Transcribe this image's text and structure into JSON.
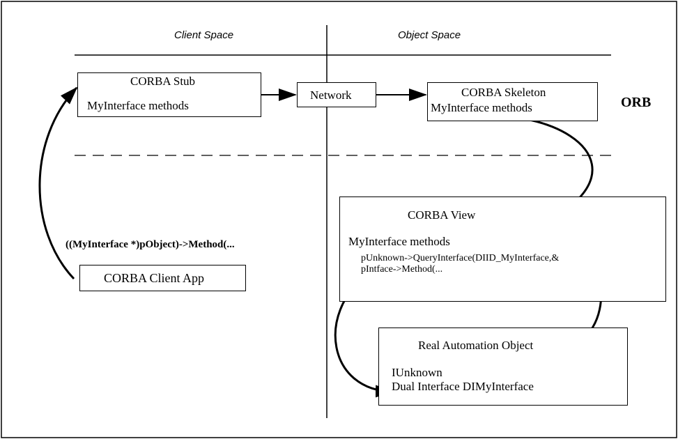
{
  "orb_label": "ORB",
  "client_space_label": "Client Space",
  "object_space_label": "Object Space",
  "stub": {
    "title": "CORBA Stub",
    "methods": "MyInterface methods"
  },
  "network": {
    "label": "Network"
  },
  "skeleton": {
    "title": "CORBA Skeleton",
    "methods": "MyInterface methods"
  },
  "view": {
    "title": "CORBA View",
    "methods": "MyInterface methods",
    "code_line1": "pUnknown->QueryInterface(DIID_MyInterface,&",
    "code_line2": "pIntface->Method(..."
  },
  "client_app": {
    "label": "CORBA Client App"
  },
  "client_call": "((MyInterface *)pObject)->Method(...",
  "real_object": {
    "title": "Real Automation Object",
    "iunknown": "IUnknown",
    "dual": "Dual Interface DIMyInterface"
  }
}
